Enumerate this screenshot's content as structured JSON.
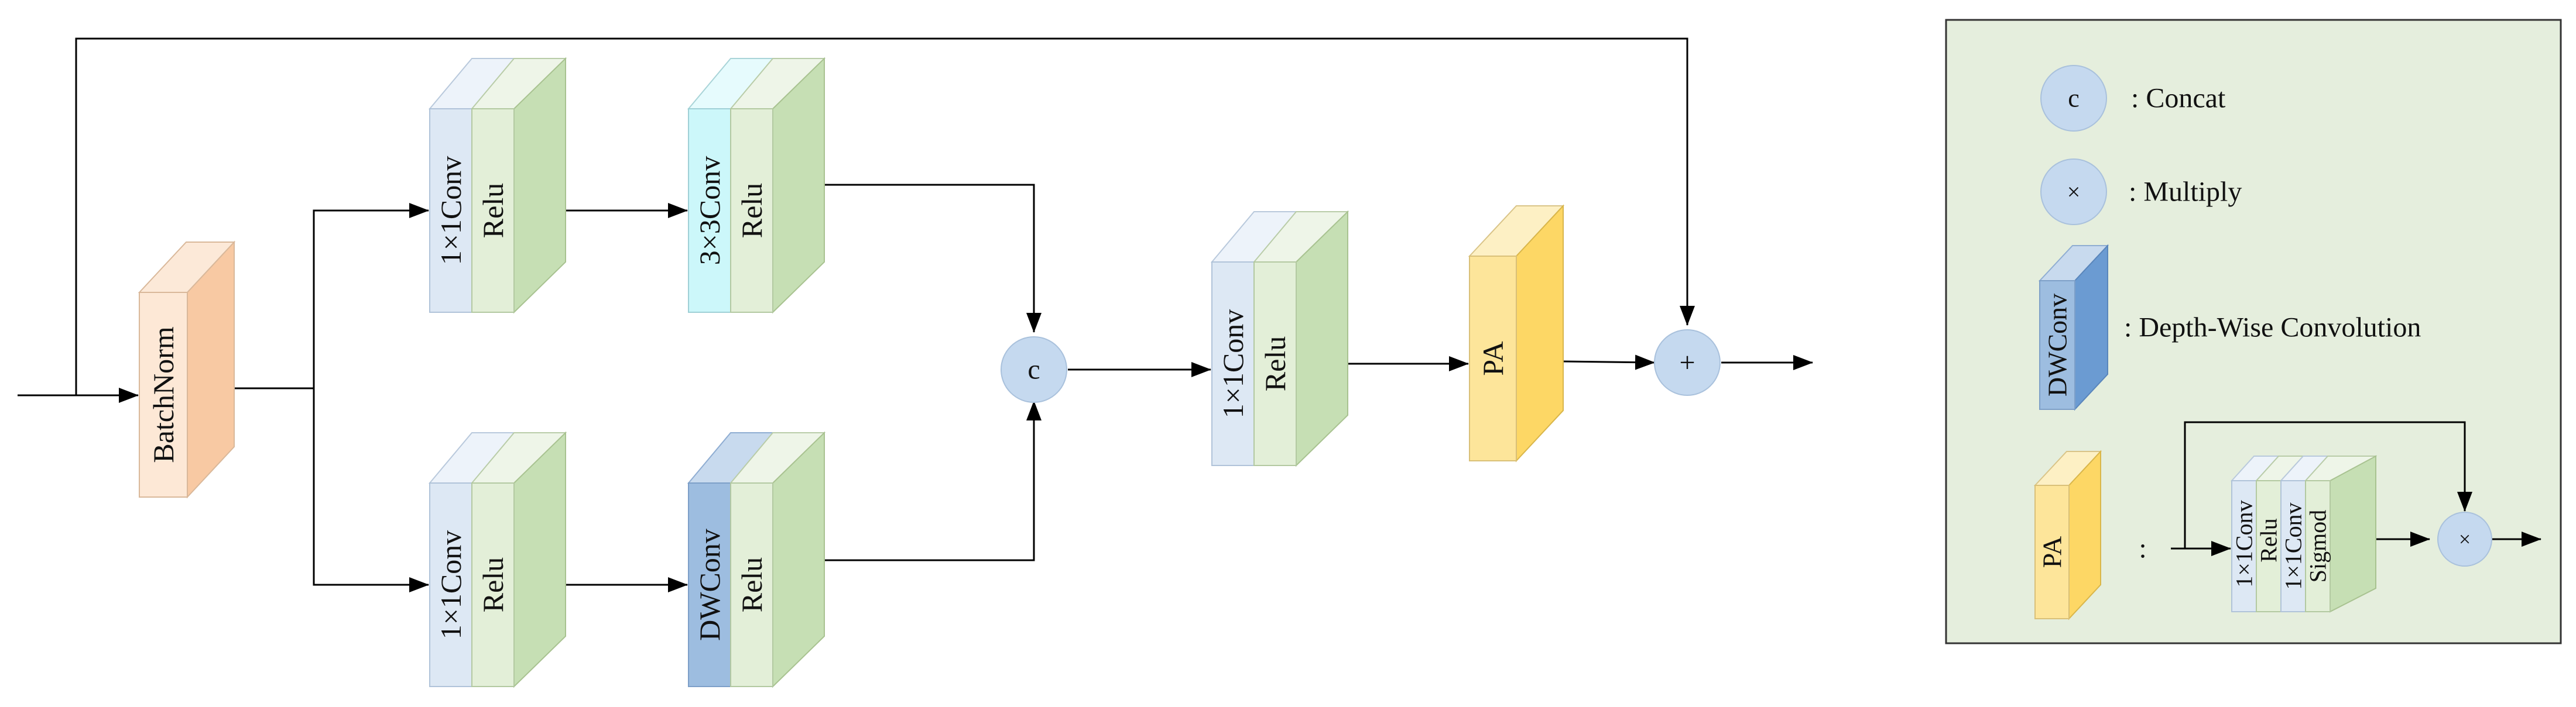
{
  "main": {
    "batchnorm": "BatchNorm",
    "top_branch": {
      "conv": "1×1Conv",
      "relu": "Relu",
      "conv2": "3×3Conv",
      "relu2": "Relu"
    },
    "bottom_branch": {
      "conv": "1×1Conv",
      "relu": "Relu",
      "conv2": "DWConv",
      "relu2": "Relu"
    },
    "concat_symbol": "c",
    "merge": {
      "conv": "1×1Conv",
      "relu": "Relu"
    },
    "pa": "PA",
    "add_symbol": "+"
  },
  "legend": {
    "concat": {
      "symbol": "c",
      "label": ": Concat"
    },
    "multiply": {
      "symbol": "×",
      "label": ": Multiply"
    },
    "dwconv": {
      "block": "DWConv",
      "label": ": Depth-Wise Convolution"
    },
    "pa": {
      "block": "PA",
      "colon": ":",
      "conv1": "1×1Conv",
      "relu": "Relu",
      "conv2": "1×1Conv",
      "sigmoid": "Sigmod",
      "multiply_symbol": "×"
    }
  },
  "colors": {
    "conv": "#dde8f4",
    "relu": "#e3efd8",
    "green": "#c6dfb4",
    "cyan": "#ccf7fa",
    "batchnorm": "#f8c9a3",
    "pa": "#fdd765",
    "dwconv": "#9dbde0",
    "circle": "#c5d9ef",
    "legend_bg": "#e5eedd"
  }
}
